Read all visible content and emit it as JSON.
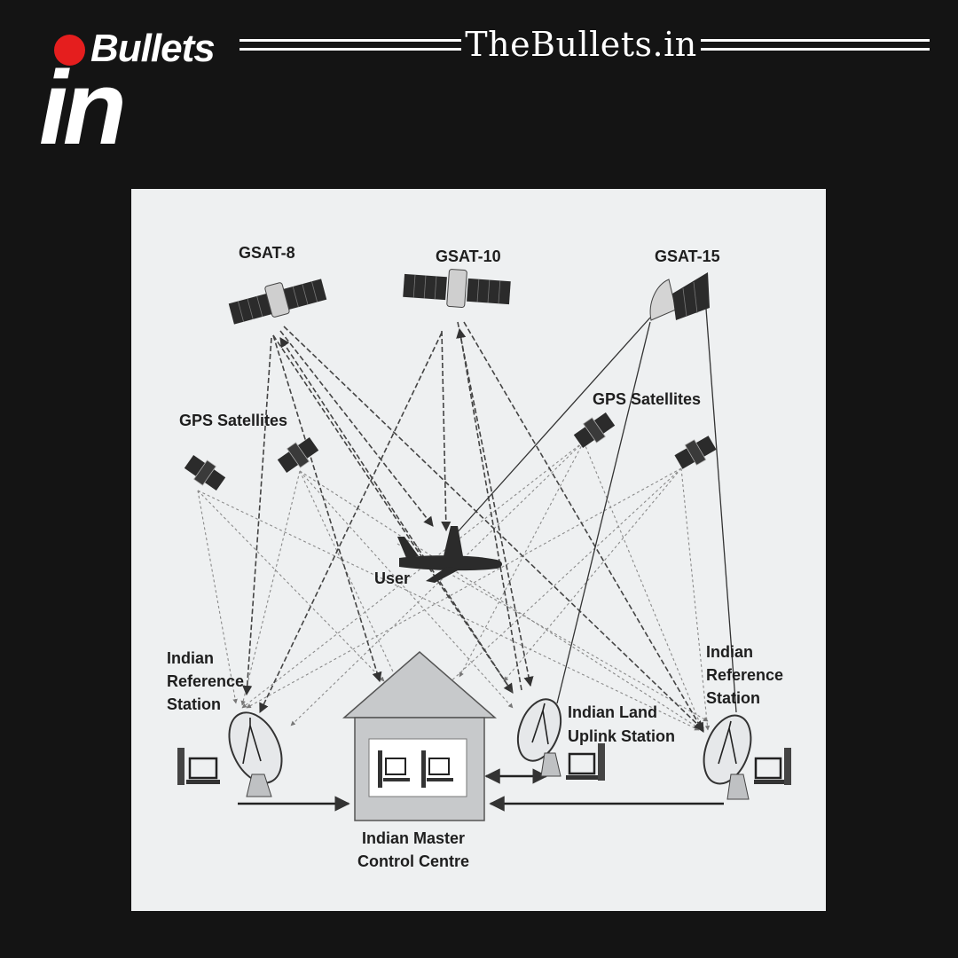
{
  "brand": {
    "logo_word": "Bullets",
    "logo_mark": "in",
    "site_name": "TheBullets.in"
  },
  "diagram": {
    "satellites": {
      "gsat8": "GSAT-8",
      "gsat10": "GSAT-10",
      "gsat15": "GSAT-15"
    },
    "gps_left": "GPS Satellites",
    "gps_right": "GPS Satellites",
    "user": "User",
    "ref_left": [
      "Indian",
      "Reference",
      "Station"
    ],
    "ref_right": [
      "Indian",
      "Reference",
      "Station"
    ],
    "uplink": [
      "Indian Land",
      "Uplink Station"
    ],
    "master": [
      "Indian Master",
      "Control Centre"
    ]
  },
  "colors": {
    "page_background": "#141414",
    "panel_background": "#eef0f1",
    "logo_dot": "#e51e1e",
    "ink": "#1e1e1e"
  }
}
